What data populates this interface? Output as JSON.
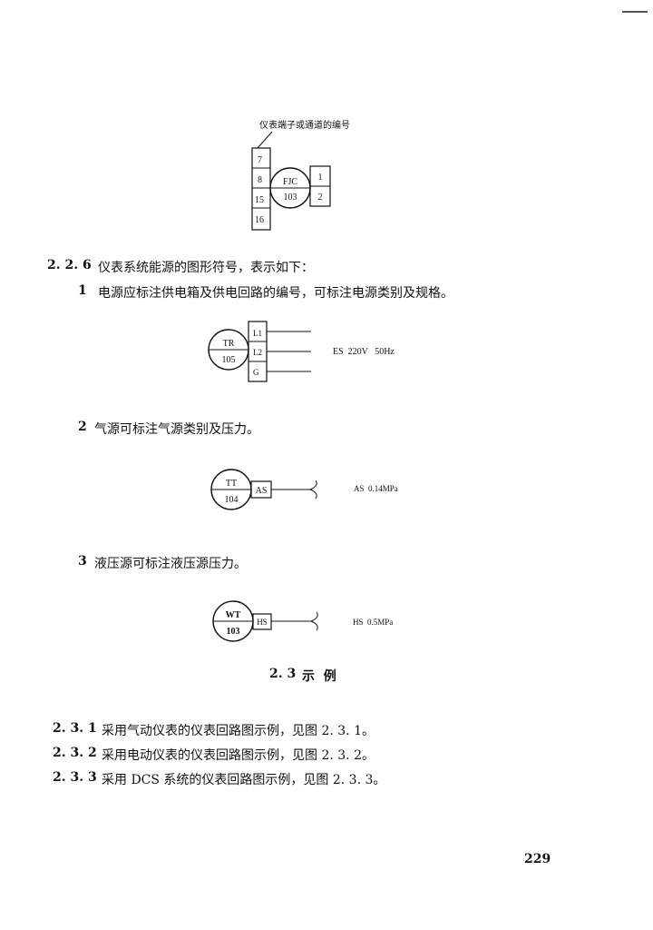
{
  "figure_top": {
    "annotation": "仪表端子或通道的编号",
    "left_terminals": [
      "7",
      "8",
      "15",
      "16"
    ],
    "instrument": {
      "tag": "FJC",
      "number": "103"
    },
    "right_terminals": [
      "1",
      "2"
    ]
  },
  "section_226": {
    "number": "2. 2. 6",
    "text": "仪表系统能源的图形符号，表示如下："
  },
  "item1": {
    "number": "1",
    "text": "电源应标注供电箱及供电回路的编号，可标注电源类别及规格。",
    "diagram": {
      "instrument": {
        "tag": "TR",
        "number": "105"
      },
      "terminals": [
        "L1",
        "L2",
        "G"
      ],
      "label": "ES  220V   50Hz"
    }
  },
  "item2": {
    "number": "2",
    "text": "气源可标注气源类别及压力。",
    "diagram": {
      "instrument": {
        "tag": "TT",
        "number": "104"
      },
      "box": "AS",
      "label": "AS  0.14MPa"
    }
  },
  "item3": {
    "number": "3",
    "text": "液压源可标注液压源压力。",
    "diagram": {
      "instrument": {
        "tag": "WT",
        "number": "103"
      },
      "box": "HS",
      "label": "HS  0.5MPa"
    }
  },
  "section_23": {
    "number": "2. 3",
    "title": "示  例"
  },
  "refs": [
    {
      "number": "2. 3. 1",
      "text": "采用气动仪表的仪表回路图示例，见图 2. 3. 1。"
    },
    {
      "number": "2. 3. 2",
      "text": "采用电动仪表的仪表回路图示例，见图 2. 3. 2。"
    },
    {
      "number": "2. 3. 3",
      "text": "采用 DCS 系统的仪表回路图示例，见图 2. 3. 3。"
    }
  ],
  "page_number": "229"
}
